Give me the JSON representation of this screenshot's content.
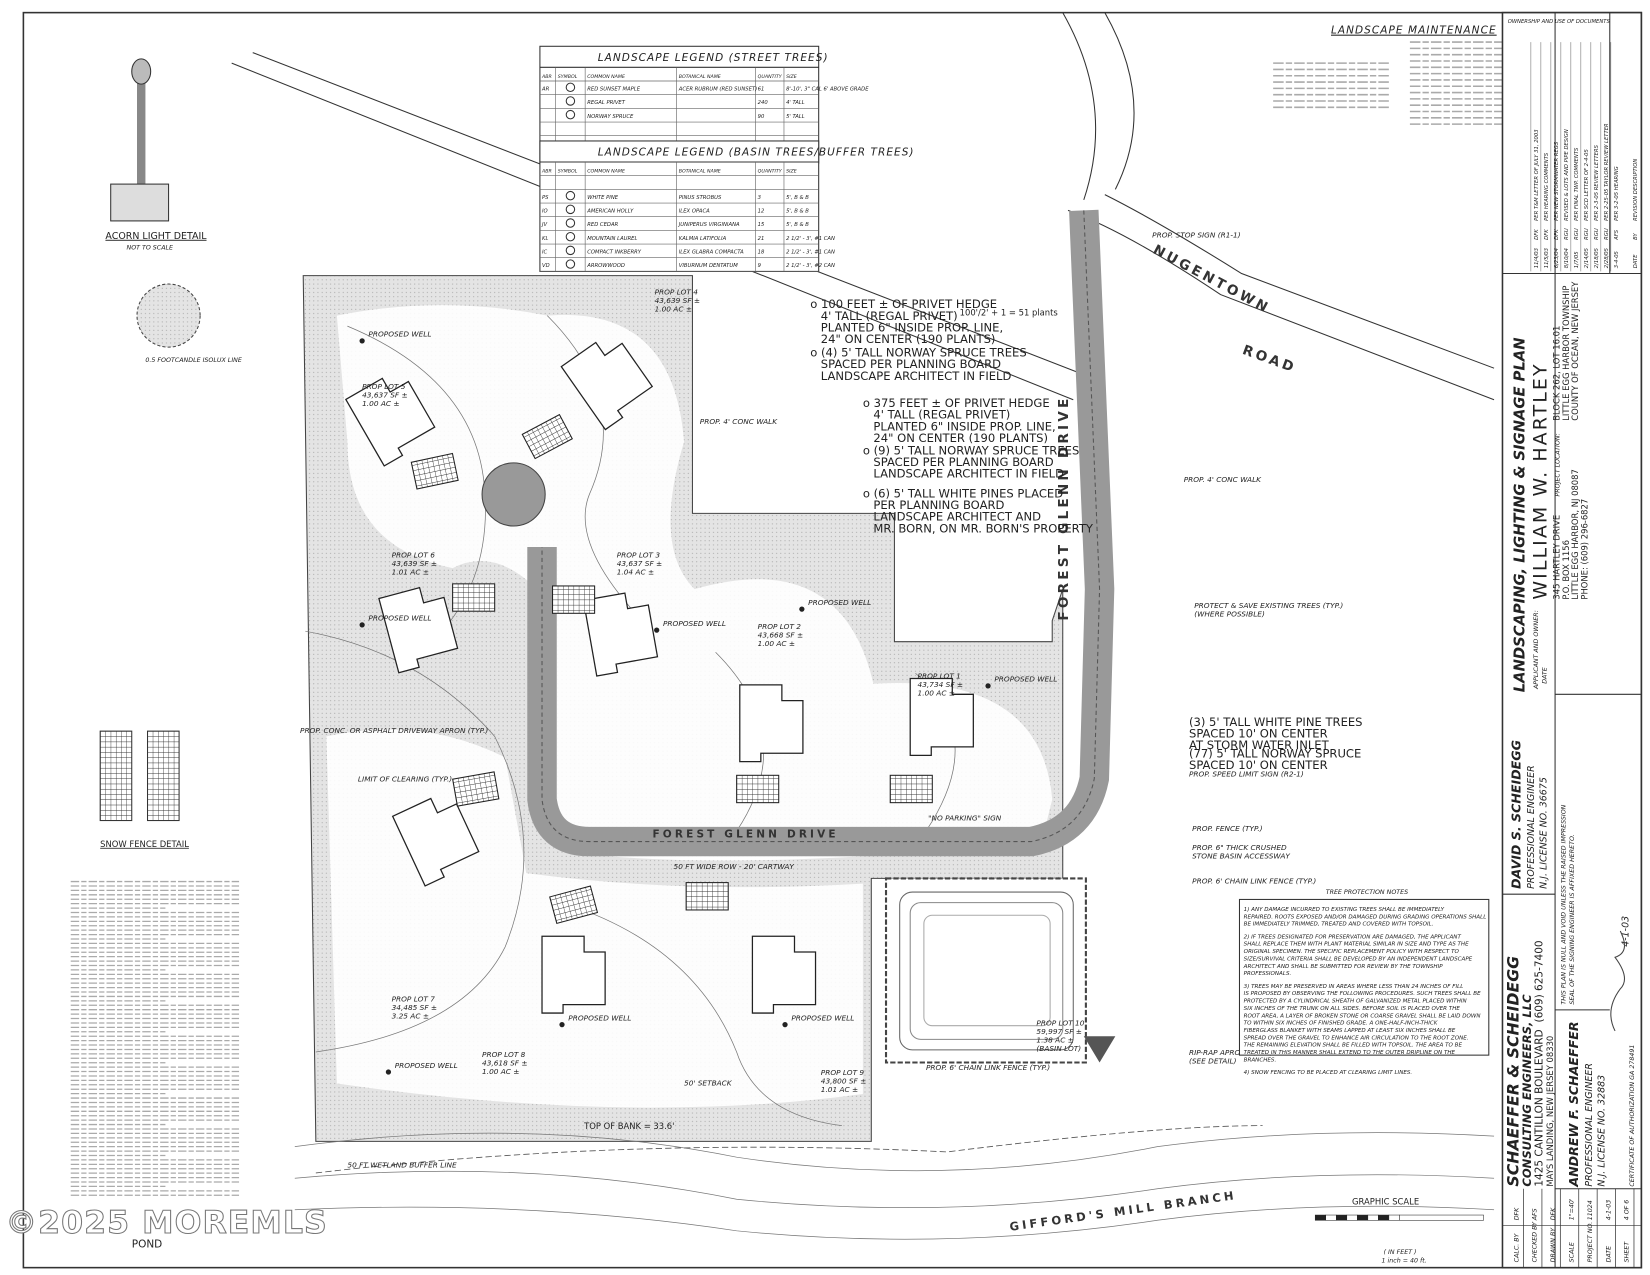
{
  "watermark": "©2025 MOREMLS",
  "legend_street": {
    "title": "LANDSCAPE LEGEND (STREET TREES)",
    "headers": [
      "ABR",
      "SYMBOL",
      "COMMON NAME",
      "BOTANICAL NAME",
      "QUANTITY",
      "SIZE"
    ],
    "rows": [
      [
        "AR",
        "",
        "RED SUNSET MAPLE",
        "ACER RUBRUM (RED SUNSET)",
        "61",
        "8'-10', 3\" CAL 6' ABOVE GRADE"
      ],
      [
        "",
        "",
        "REGAL PRIVET",
        "",
        "240",
        "4' TALL"
      ],
      [
        "",
        "",
        "NORWAY SPRUCE",
        "",
        "90",
        "5' TALL"
      ]
    ]
  },
  "legend_basin": {
    "title": "LANDSCAPE LEGEND (BASIN TREES/BUFFER TREES)",
    "headers": [
      "ABR",
      "SYMBOL",
      "COMMON NAME",
      "BOTANICAL NAME",
      "QUANTITY",
      "SIZE"
    ],
    "rows": [
      [
        "PS",
        "",
        "WHITE PINE",
        "PINUS STROBUS",
        "3",
        "5', B & B"
      ],
      [
        "IO",
        "",
        "AMERICAN HOLLY",
        "ILEX OPACA",
        "12",
        "5', B & B"
      ],
      [
        "JV",
        "",
        "RED CEDAR",
        "JUNIPERUS VIRGINIANA",
        "15",
        "5', B & B"
      ],
      [
        "KL",
        "",
        "MOUNTAIN LAUREL",
        "KALMIA LATIFOLIA",
        "21",
        "2 1/2' - 3', #1 CAN"
      ],
      [
        "IC",
        "",
        "COMPACT INKBERRY",
        "ILEX GLABRA COMPACTA",
        "18",
        "2 1/2' - 3', #1 CAN"
      ],
      [
        "VD",
        "",
        "ARROWWOOD",
        "VIBURNUM DENTATUM",
        "9",
        "2 1/2' - 3', #2 CAN"
      ]
    ]
  },
  "maintenance": {
    "title": "LANDSCAPE MAINTENANCE"
  },
  "details": {
    "acorn_title": "ACORN LIGHT DETAIL",
    "acorn_scale": "NOT TO SCALE",
    "footcandle": "0.5 FOOTCANDLE ISOLUX LINE",
    "snow_title": "SNOW FENCE DETAIL"
  },
  "callouts": {
    "hedge1": [
      "o 100 FEET ± OF PRIVET HEDGE",
      "4' TALL (REGAL PRIVET)",
      "PLANTED 6\" INSIDE PROP. LINE,",
      "24\" ON CENTER (190 PLANTS)"
    ],
    "spruce1": [
      "o (4) 5' TALL NORWAY SPRUCE TREES",
      "SPACED PER PLANNING BOARD",
      "LANDSCAPE ARCHITECT IN FIELD"
    ],
    "calc": "100'/2' + 1 = 51 plants",
    "hedge2": [
      "o 375 FEET ± OF PRIVET HEDGE",
      "4' TALL (REGAL PRIVET)",
      "PLANTED 6\" INSIDE PROP. LINE,",
      "24\" ON CENTER (190 PLANTS)"
    ],
    "spruce2": [
      "o (9) 5' TALL NORWAY SPRUCE TREES",
      "SPACED PER PLANNING BOARD",
      "LANDSCAPE ARCHITECT IN FIELD"
    ],
    "pines": [
      "o (6) 5' TALL WHITE PINES PLACED",
      "PER PLANNING BOARD",
      "LANDSCAPE ARCHITECT AND",
      "MR. BORN, ON MR. BORN'S PROPERTY"
    ],
    "inlet": [
      "(3) 5' TALL WHITE PINE TREES",
      "SPACED 10' ON CENTER",
      "AT STORM WATER INLET"
    ],
    "spruce3": [
      "(77) 5' TALL NORWAY SPRUCE",
      "SPACED 10' ON CENTER"
    ],
    "walk1": "PROP. 4' CONC WALK",
    "walk2": "PROP. 4' CONC WALK",
    "protect": [
      "PROTECT & SAVE EXISTING TREES (TYP.)",
      "(WHERE POSSIBLE)"
    ],
    "fence": "PROP. FENCE (TYP.)",
    "stone": [
      "PROP. 6\" THICK CRUSHED",
      "STONE BASIN ACCESSWAY"
    ],
    "chain1": "PROP. 6' CHAIN LINK FENCE (TYP.)",
    "chain2": "PROP. 6' CHAIN LINK FENCE (TYP.)",
    "riprap": [
      "RIP-RAP APRONS (TYP.)",
      "(SEE DETAIL)"
    ],
    "apron": "PROP. CONC. OR ASPHALT DRIVEWAY APRON (TYP.)",
    "clearing": "LIMIT OF CLEARING (TYP.)",
    "topbank": "TOP OF BANK = 33.6'",
    "setback": "50' SETBACK",
    "row": "50 FT WIDE ROW - 20' CARTWAY",
    "wetland": "50 FT WETLAND BUFFER LINE",
    "no_parking": "\"NO PARKING\" SIGN",
    "speed": "PROP. SPEED LIMIT SIGN (R2-1)",
    "stop": "PROP. STOP SIGN (R1-1)"
  },
  "lots": [
    {
      "label": "PROP LOT 4",
      "area": "43,639 SF ±",
      "acres": "1.00 AC ±"
    },
    {
      "label": "PROP LOT 5",
      "area": "43,637 SF ±",
      "acres": "1.00 AC ±"
    },
    {
      "label": "PROP LOT 6",
      "area": "43,639 SF ±",
      "acres": "1.01 AC ±"
    },
    {
      "label": "PROP LOT 3",
      "area": "43,637 SF ±",
      "acres": "1.04 AC ±"
    },
    {
      "label": "PROP LOT 2",
      "area": "43,668 SF ±",
      "acres": "1.00 AC ±"
    },
    {
      "label": "PROP LOT 1",
      "area": "43,734 SF ±",
      "acres": "1.00 AC ±"
    },
    {
      "label": "PROP LOT 7",
      "area": "34,485 SF ±",
      "acres": "3.25 AC ±"
    },
    {
      "label": "PROP LOT 8",
      "area": "43,618 SF ±",
      "acres": "1.00 AC ±"
    },
    {
      "label": "PROP LOT 9",
      "area": "43,800 SF ±",
      "acres": "1.01 AC ±"
    },
    {
      "label": "PROP LOT 10",
      "area": "59,997 SF ±",
      "acres": "1.38 AC ±",
      "note": "(BASIN LOT)"
    }
  ],
  "well_label": "PROPOSED WELL",
  "streets": {
    "nugentown": "NUGENTOWN",
    "road": "ROAD",
    "forest_v": "FOREST GLENN DRIVE",
    "forest_h": "FOREST GLENN DRIVE",
    "branch": "GIFFORD'S MILL BRANCH",
    "pond": "POND"
  },
  "tree_protection": {
    "title": "TREE PROTECTION NOTES",
    "notes": [
      "1) ANY DAMAGE INCURRED TO EXISTING TREES SHALL BE IMMEDIATELY REPAIRED. ROOTS EXPOSED AND/OR DAMAGED DURING GRADING OPERATIONS SHALL BE IMMEDIATELY TRIMMED, TREATED AND COVERED WITH TOPSOIL.",
      "2) IF TREES DESIGNATED FOR PRESERVATION ARE DAMAGED, THE APPLICANT SHALL REPLACE THEM WITH PLANT MATERIAL SIMILAR IN SIZE AND TYPE AS THE ORIGINAL SPECIMEN. THE SPECIFIC REPLACEMENT POLICY WITH RESPECT TO SIZE/SURVIVAL CRITERIA SHALL BE DEVELOPED BY AN INDEPENDENT LANDSCAPE ARCHITECT AND SHALL BE SUBMITTED FOR REVIEW BY THE TOWNSHIP PROFESSIONALS.",
      "3) TREES MAY BE PRESERVED IN AREAS WHERE LESS THAN 24 INCHES OF FILL IS PROPOSED BY OBSERVING THE FOLLOWING PROCEDURES. SUCH TREES SHALL BE PROTECTED BY A CYLINDRICAL SHEATH OF GALVANIZED METAL PLACED WITHIN SIX INCHES OF THE TRUNK ON ALL SIDES. BEFORE SOIL IS PLACED OVER THE ROOT AREA, A LAYER OF BROKEN STONE OR COARSE GRAVEL SHALL BE LAID DOWN TO WITHIN SIX INCHES OF FINISHED GRADE. A ONE-HALF-INCH-THICK FIBERGLASS BLANKET WITH SEAMS LAPPED AT LEAST SIX INCHES SHALL BE SPREAD OVER THE GRAVEL TO ENHANCE AIR CIRCULATION TO THE ROOT ZONE. THE REMAINING ELEVATION SHALL BE FILLED WITH TOPSOIL. THE AREA TO BE TREATED IN THIS MANNER SHALL EXTEND TO THE OUTER DRIPLINE ON THE BRANCHES.",
      "4) SNOW FENCING TO BE PLACED AT CLEARING LIMIT LINES."
    ]
  },
  "scale": {
    "title": "GRAPHIC SCALE",
    "unit": "( IN FEET )",
    "ratio": "1 inch = 40 ft."
  },
  "title_block": {
    "ownership": "OWNERSHIP AND USE OF DOCUMENTS",
    "revisions": [
      {
        "date": "3-4-05",
        "by": "AFS",
        "desc": "PER 3-2-05 HEARING"
      },
      {
        "date": "2/28/05",
        "by": "RGU",
        "desc": "PER 2-25-05 TAYLOR REVIEW LETTER"
      },
      {
        "date": "2/18/05",
        "by": "RGU",
        "desc": "PER 2-3-05 REVIEW LETTERS"
      },
      {
        "date": "2/14/05",
        "by": "RGU",
        "desc": "PER SCD LETTER OF 2-4-05"
      },
      {
        "date": "1/7/05",
        "by": "RGU",
        "desc": "PER FINAL TWP. COMMENTS"
      },
      {
        "date": "8/10/04",
        "by": "RGU",
        "desc": "REVISED & LOTS AND PIPE DESIGN"
      },
      {
        "date": "6/23/04",
        "by": "DFK",
        "desc": "PER NEW STORMWATER REGS"
      },
      {
        "date": "11/5/03",
        "by": "DFK",
        "desc": "PER HEARING COMMENTS"
      },
      {
        "date": "11/4/03",
        "by": "DFK",
        "desc": "PER T&M LETTER OF JULY 31, 2003"
      }
    ],
    "revision_headers": [
      "DATE",
      "BY",
      "REVISION DESCRIPTION"
    ],
    "plan_title": "LANDSCAPING, LIGHTING & SIGNAGE PLAN",
    "applicant_label": "APPLICANT AND OWNER:",
    "applicant": "WILLIAM W. HARTLEY",
    "address": [
      "345 HARTLEY DRIVE",
      "P.O. BOX 1156",
      "LITTLE EGG HARBOR, NJ 08087",
      "PHONE: (609) 296-6827"
    ],
    "project_label": "PROJECT LOCATION:",
    "location": [
      "BLOCK 262, LOT 16.01",
      "LITTLE EGG HARBOR TOWNSHIP",
      "COUNTY OF OCEAN, NEW JERSEY"
    ],
    "engineer1": "DAVID S. SCHEIDEGG",
    "engineer1_title": "PROFESSIONAL ENGINEER",
    "engineer1_license": "N.J. LICENSE NO. 36675",
    "date_label": "DATE",
    "null_note": "THIS PLAN IS NULL AND VOID UNLESS THE RAISED IMPRESSION SEAL OF THE SIGNING ENGINEER IS AFFIXED HERETO.",
    "engineer2": "ANDREW F. SCHAEFFER",
    "engineer2_title": "PROFESSIONAL ENGINEER",
    "engineer2_license": "N.J. LICENSE NO. 32883",
    "sign_date": "4-1-03",
    "firm": "SCHAEFFER & SCHEIDEGG",
    "firm2": "CONSULTING ENGINEERS, LLC",
    "firm_addr1": "1425 CANTILLON BOULEVARD",
    "firm_addr2": "MAYS LANDING, NEW JERSEY 08330",
    "firm_phone": "(609) 625-7400",
    "certificate": "CERTIFICATE OF AUTHORIZATION GA 278491",
    "info": [
      {
        "label": "CALC. BY",
        "value": "DFK"
      },
      {
        "label": "CHECKED BY",
        "value": "AFS"
      },
      {
        "label": "DRAWN BY",
        "value": "DFK"
      },
      {
        "label": "SCALE",
        "value": "1\"=40'"
      },
      {
        "label": "PROJECT NO.",
        "value": "11024"
      },
      {
        "label": "DATE",
        "value": "4-1-03"
      },
      {
        "label": "SHEET",
        "value": "4 OF 6"
      }
    ]
  }
}
